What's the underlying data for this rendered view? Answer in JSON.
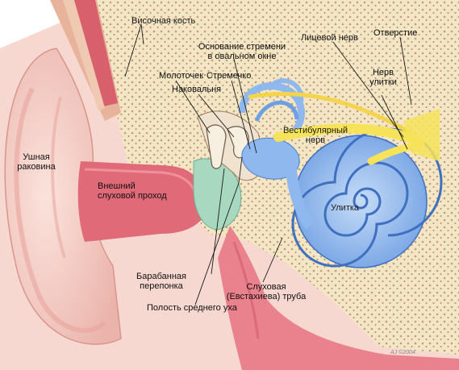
{
  "labels": {
    "temporal_bone": "Височная кость",
    "stapes_base": "Основание стремени\nв овальном окне",
    "facial_nerve": "Лицевой нерв",
    "opening": "Отверстие",
    "malleus": "Молоточек",
    "stapes": "Стремечко",
    "cochlear_nerve": "Нерв\nулитки",
    "incus": "Наковальня",
    "vestibular_nerve": "Вестибулярный\nнерв",
    "auricle": "Ушная\nраковина",
    "ear_canal": "Внешний\nслуховой проход",
    "cochlea": "Улитка",
    "eardrum": "Барабанная\nперепонка",
    "eustachian_tube": "Слуховая\n(Евстахиева) труба",
    "middle_ear": "Полость среднего уха"
  },
  "colors": {
    "skin": "#f2c9c2",
    "skin_dark": "#d98e8a",
    "canal": "#e06a78",
    "bone": "#f3e6c4",
    "bone_dot": "#c79a7d",
    "cochlea": "#8fb8ee",
    "cochlea_dark": "#4d7fcf",
    "nerve": "#f6e35a",
    "eardrum": "#a8d8c0",
    "tube": "#e9828c",
    "leader": "#1a1a1a"
  },
  "signature": "AJ ©2004"
}
